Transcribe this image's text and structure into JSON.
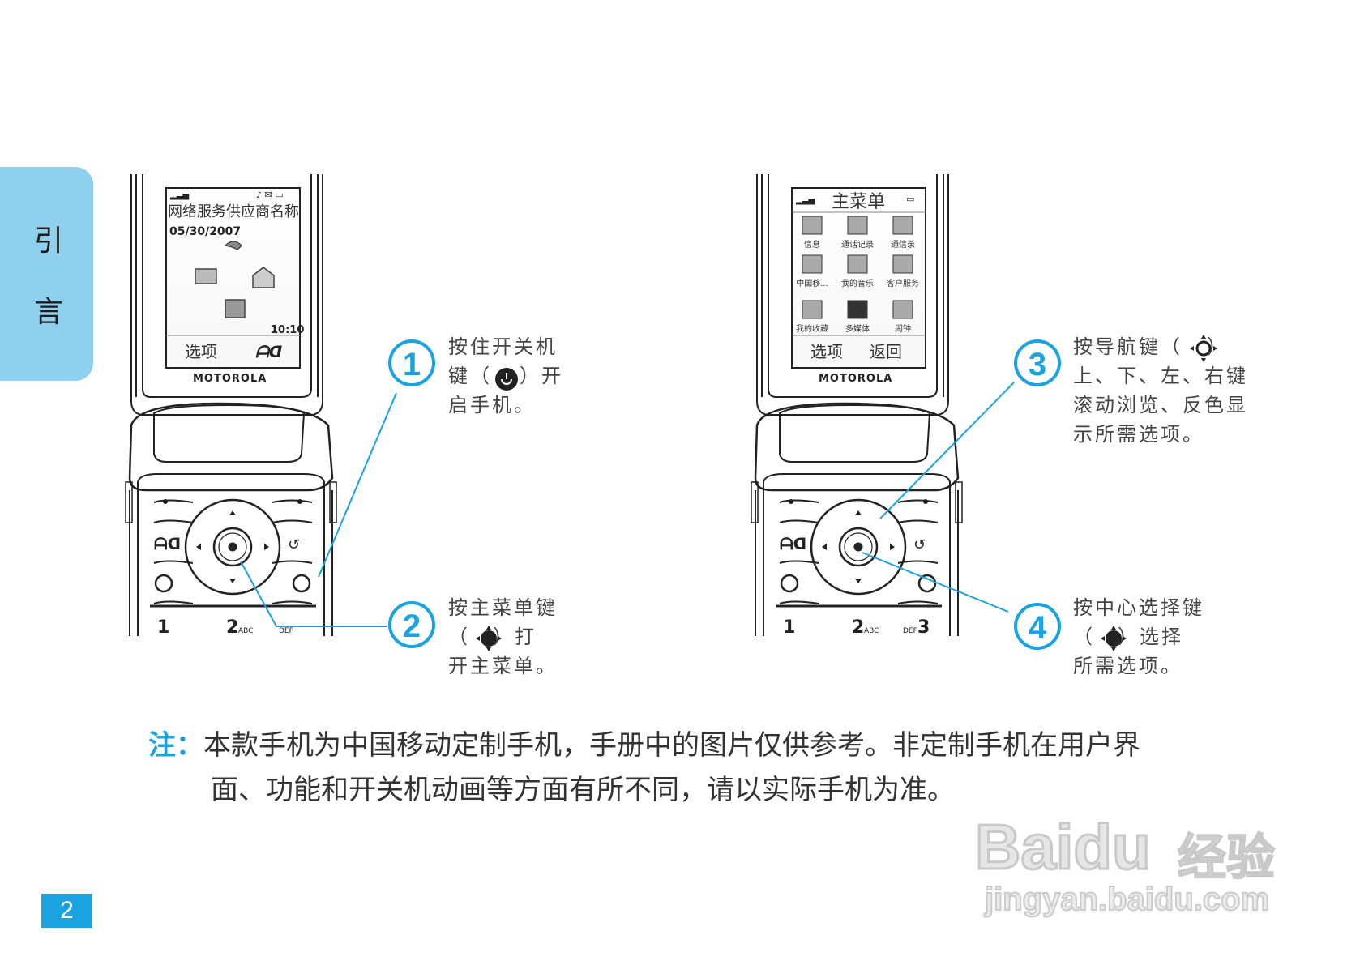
{
  "side_tab": {
    "char1": "引",
    "char2": "言"
  },
  "page_number": "2",
  "phone1": {
    "screen": {
      "title": "网络服务供应商名称",
      "date": "05/30/2007",
      "time": "10:10",
      "soft_left": "选项"
    },
    "brand": "MOTOROLA",
    "keys": {
      "k1": "1",
      "k2": "2",
      "k2_sub": "ABC",
      "k3_sub": "DEF"
    }
  },
  "phone2": {
    "screen": {
      "title": "主菜单",
      "icons": [
        "信息",
        "通话记录",
        "通信录",
        "中国移...",
        "我的音乐",
        "客户服务",
        "我的收藏",
        "多媒体",
        "闹钟"
      ],
      "soft_left": "选项",
      "soft_right": "返回"
    },
    "brand": "MOTOROLA",
    "keys": {
      "k1": "1",
      "k2": "2",
      "k2_sub": "ABC",
      "k3": "3",
      "k3_sub": "DEF"
    }
  },
  "steps": [
    {
      "num": "1",
      "l1": "按住开关机",
      "l2a": "键（",
      "l2b": "）开",
      "l3": "启手机。"
    },
    {
      "num": "2",
      "l1": "按主菜单键",
      "l2a": "（",
      "l2b": "）打",
      "l3": "开主菜单。"
    },
    {
      "num": "3",
      "l1a": "按导航键（",
      "l1b": "）",
      "l2": "上、下、左、右键",
      "l3": "滚动浏览、反色显",
      "l4": "示所需选项。"
    },
    {
      "num": "4",
      "l1": "按中心选择键",
      "l2a": "（",
      "l2b": "）选择",
      "l3": "所需选项。"
    }
  ],
  "note": {
    "label": "注：",
    "line1": "本款手机为中国移动定制手机，手册中的图片仅供参考。非定制手机在用户界",
    "line2": "面、功能和开关机动画等方面有所不同，请以实际手机为准。"
  },
  "watermark": {
    "brand": "Baidu",
    "cn": "经验",
    "url": "jingyan.baidu.com"
  },
  "colors": {
    "accent": "#1aa3e0",
    "tab": "#8fd0ee"
  }
}
